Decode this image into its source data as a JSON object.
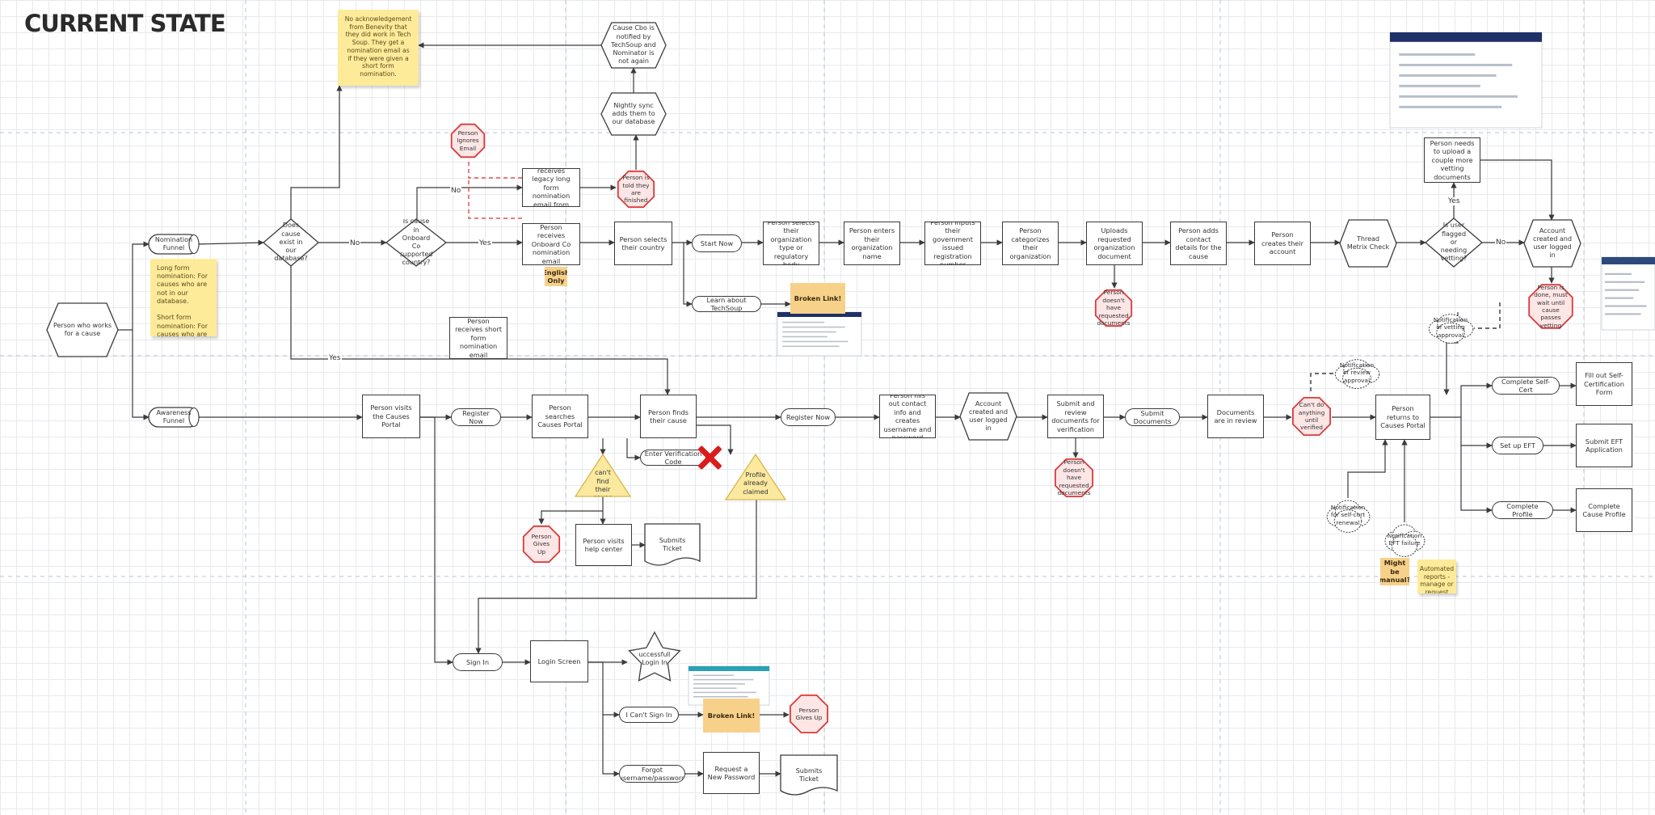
{
  "title": "CURRENT STATE",
  "nodes": {
    "start": "Person who works for a cause",
    "nom_funnel": "Nomination Funnel",
    "aw_funnel": "Awareness Funnel",
    "in_db": "Does cause exist in our database?",
    "onboard_country": "Is cause in Onboard Co supported country?",
    "legacy_email": "Person receives legacy long form nomination email from TechSoup",
    "told_finished": "Person is told they are finished",
    "ignores_email": "Person Ignores Email",
    "onboard_email": "Person receives Onboard Co nomination email",
    "english_only": "English Only",
    "short_form_email": "Person receives short form nomination email",
    "nightly_sync": "Nightly sync adds them to our database",
    "cause_notified": "Cause Cbo is notified by TechSoup and Nominator is not again",
    "no_ack": "No acknowledgement from Benevity that they did work in Tech Soup. They get a nomination email as if they were given a short form nomination.",
    "nom_note": "Long form nomination: For causes who are not in our database.\n\nShort form nomination: For causes who are in our database",
    "selects_country": "Person selects their country",
    "start_now": "Start Now",
    "learn_about": "Learn about TechSoup",
    "broken_link_1": "Broken Link!",
    "select_org_type": "Person selects their organization type or regulatory body",
    "enters_name": "Person enters their organization name",
    "inputs_reg": "Person inputs their government issued registration number",
    "categorizes": "Person categorizes their organization",
    "uploads_doc": "Uploads requested organization document",
    "no_docs_1": "Person doesn't have requested documents",
    "adds_contact": "Person adds contact details for the cause",
    "creates_account": "Person creates their account",
    "thread_metrix": "Thread Metrix Check",
    "is_user_flagged": "Is user flagged or needing vetting?",
    "needs_upload": "Person needs to upload a couple more vetting documents",
    "acct_created_top": "Account created and user logged in",
    "done_wait": "Person is done, must wait until cause passes vetting",
    "notif_vetting": "Notification of vetting approval",
    "visits_portal": "Person visits the Causes Portal",
    "register_now_1": "Register Now",
    "searches_portal": "Person searches Causes Portal",
    "finds_cause": "Person finds their cause",
    "cant_find": "Person can't find their cause",
    "profile_claimed": "Profile already claimed",
    "enter_code": "Enter Verification Code",
    "gives_up_1": "Person Gives Up",
    "help_center": "Person visits help center",
    "submits_ticket_1": "Submits Ticket",
    "register_now_2": "Register Now",
    "fills_contact": "Person fills out contact info and creates username and password",
    "acct_created_mid": "Account created and user logged in",
    "submit_review": "Submit and review documents for verification",
    "no_docs_2": "Person doesn't have requested documents",
    "submit_docs": "Submit Documents",
    "docs_in_review": "Documents are in review",
    "cant_do": "Can't do anything until verified",
    "notif_review": "Notification of review approval",
    "returns_portal": "Person returns to Causes Portal",
    "notif_self_cert": "Notification for self-cert renewal",
    "notif_eft": "Notification EFT failure",
    "might_be_manual": "Might be manual?",
    "auto_reports": "Automated reports - manage or request error as error",
    "complete_self_cert": "Complete Self-Cert",
    "fill_self_cert": "Fill out Self-Certification Form",
    "set_up_eft": "Set up EFT",
    "submit_eft": "Submit EFT Application",
    "complete_profile": "Complete Profile",
    "complete_cause_profile": "Complete Cause Profile",
    "sign_in": "Sign In",
    "login_screen": "Login Screen",
    "success_login": "Successfully Login In",
    "cant_sign_in": "I Can't Sign In",
    "broken_link_2": "Broken Link!",
    "gives_up_2": "Person Gives Up",
    "forgot": "Forgot username/password",
    "request_pw": "Request a New Password",
    "submits_ticket_2": "Submits Ticket"
  },
  "edge_labels": {
    "no_1": "No",
    "no_2": "No",
    "no_3": "No",
    "yes_1": "Yes",
    "yes_2": "Yes",
    "yes_3": "Yes"
  },
  "colors": {
    "line": "#3a3a3a",
    "stop_red": "#d93a3a",
    "stop_fill": "#fde6e6",
    "warn_yellow": "#fbe9a0",
    "sticky": "#fdeb9a",
    "orange": "#f7d18a",
    "dashed_red": "#e05050",
    "screenshot_navy": "#1f3166",
    "screenshot_teal": "#2aa1b5"
  },
  "icons": {
    "stop": "stop-sign-octagon",
    "warning": "warning-triangle",
    "cloud": "cloud-notification",
    "star": "success-star",
    "document": "wavy-document",
    "cylinder": "funnel-cylinder",
    "cross": "red-x-cross"
  }
}
